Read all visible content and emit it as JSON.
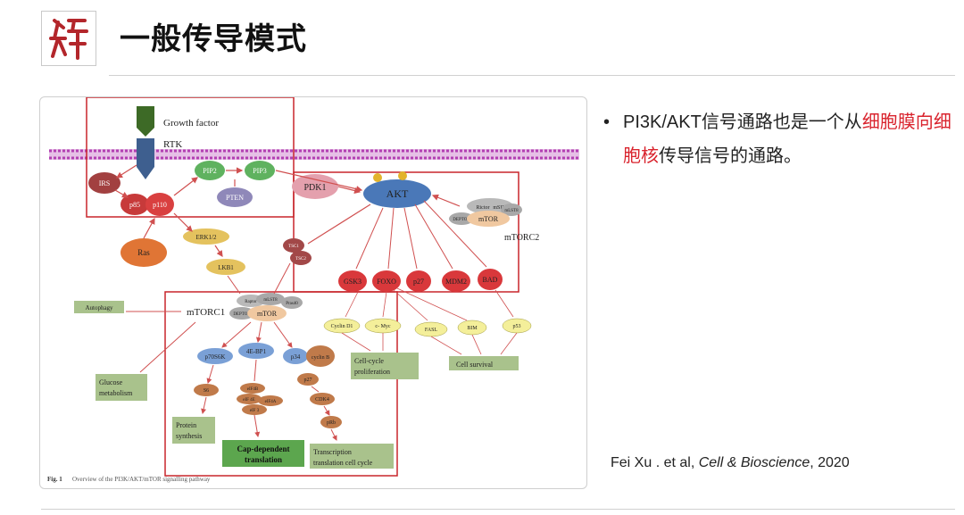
{
  "header": {
    "title": "一般传导模式",
    "logo_icon": "seal-logo-icon",
    "seal_color": "#b3262b"
  },
  "bullet": {
    "marker": "•",
    "part1": "PI3K/AKT信号通路也是一个从",
    "highlight1": "细胞膜向",
    "highlight2": "细胞核",
    "part2": "传导信号的通路。",
    "highlight_color": "#d9232d"
  },
  "citation": {
    "authors": "Fei Xu . et al, ",
    "journal": "Cell & Bioscience",
    "year": ", 2020"
  },
  "figure": {
    "caption_label": "Fig. 1",
    "caption_text": "Overview of the PI3K/AKT/mTOR signalling pathway",
    "labels": {
      "growth_factor": "Growth factor",
      "rtk": "RTK",
      "irs": "IRS",
      "p85": "p85",
      "p110": "p110",
      "pip2": "PIP2",
      "pip3": "PIP3",
      "pten": "PTEN",
      "pdk1": "PDK1",
      "akt": "AKT",
      "rictor": "Rictor",
      "msin1": "mSIN1",
      "mlst8_c2": "mLST8",
      "deptor_c2": "DEPTOR",
      "mtor_c2": "mTOR",
      "mtorc2": "mTORC2",
      "ras": "Ras",
      "erk": "ERK1/2",
      "lkb1": "LKB1",
      "tsc1": "TSC1",
      "tsc2": "TSC2",
      "gsk3": "GSK3",
      "foxo": "FOXO",
      "p27": "p27",
      "mdm2": "MDM2",
      "bad": "BAD",
      "raptor": "Raptor",
      "mlst8_c1": "mLST8",
      "pras40": "Pras40",
      "deptor_c1": "DEPTOR",
      "mtor_c1": "mTOR",
      "mtorc1": "mTORC1",
      "autophagy": "Autophagy",
      "cyclin_d1": "Cyclin D1",
      "cmyc": "c- Myc",
      "fasl": "FASL",
      "bim": "BIM",
      "p53": "p53",
      "cell_cycle_1": "Cell-cycle",
      "cell_cycle_2": "proliferation",
      "cell_survival": "Cell survival",
      "p70s6k": "p70S6K",
      "ebp1": "4E-BP1",
      "p34": "p34",
      "cyclin_b": "cyclin B",
      "s6": "S6",
      "eif4b": "eIF4B",
      "eif4e": "eIF 4E",
      "eif4a": "eIF4A",
      "eif3": "eIF 3",
      "p27b": "p27",
      "cdk4": "CDK4",
      "prb": "pRb",
      "glucose_1": "Glucose",
      "glucose_2": "metabolism",
      "protein_1": "Protein",
      "protein_2": "synthesis",
      "capdep_1": "Cap-dependent",
      "capdep_2": "translation",
      "trans_1": "Transcription",
      "trans_2": "translation cell cycle"
    }
  }
}
